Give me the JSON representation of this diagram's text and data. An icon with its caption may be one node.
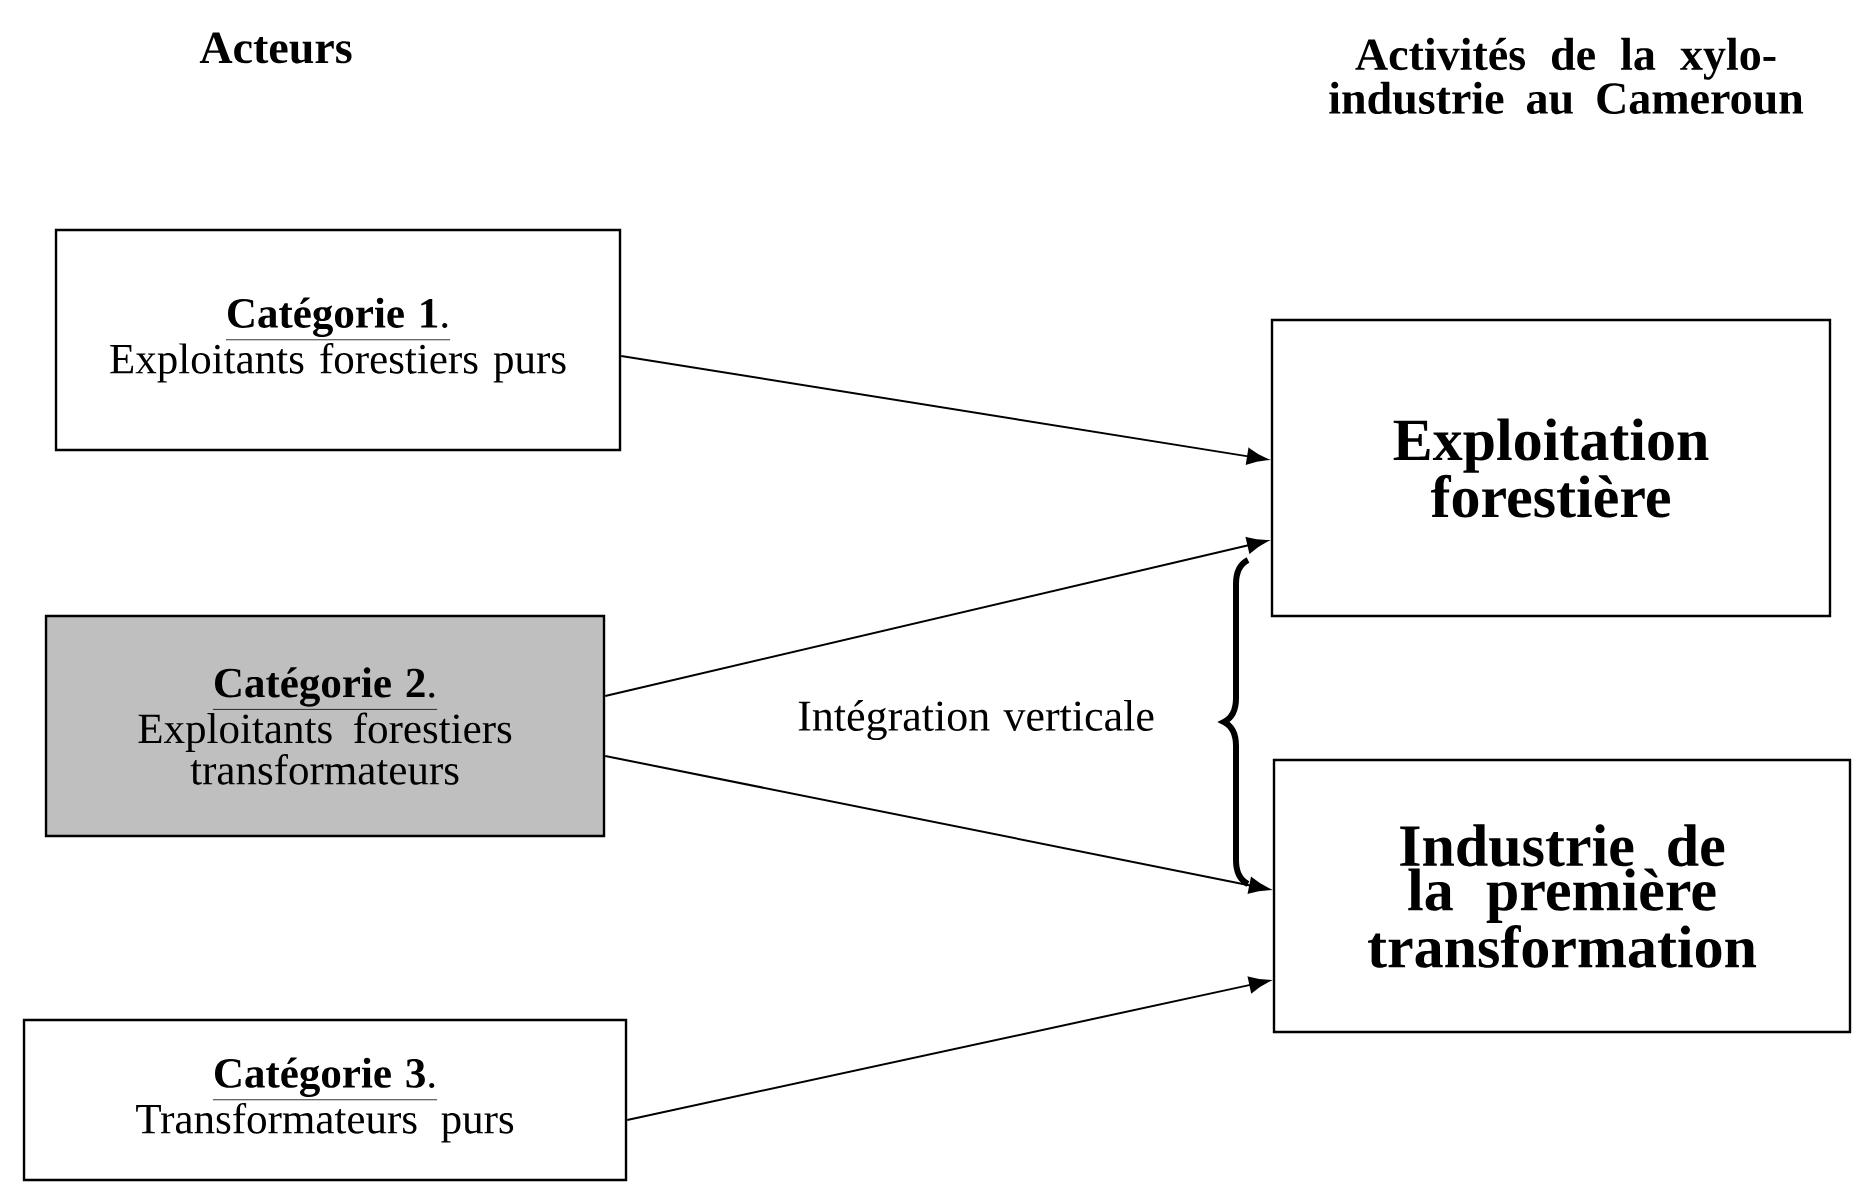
{
  "diagram": {
    "nodes": [
      {
        "text": [
          "**Catégorie 1**.",
          "Exploitants forestiers purs"
        ]
      },
      {
        "text": [
          "**Catégorie 2**.",
          "Exploitants forestiers transformateurs"
        ]
      },
      {
        "text": [
          "**Catégorie 3**.",
          "Transformateurs purs"
        ]
      },
      {
        "text": [
          "Exploitation forestière"
        ]
      },
      {
        "text": [
          "Industrie de la première transformation"
        ]
      }
    ],
    "edges": [
      {
        "from": 0,
        "to": 3,
        "arrow": "to"
      },
      {
        "from": 1,
        "to": 3,
        "arrow": "to"
      },
      {
        "from": 1,
        "to": 4,
        "arrow": "to"
      },
      {
        "from": 2,
        "to": 4,
        "arrow": "to"
      }
    ],
    "labels": [
      "Acteurs",
      "Activités de la xylo-industrie au Cameroun",
      "Intégration verticale"
    ]
  }
}
